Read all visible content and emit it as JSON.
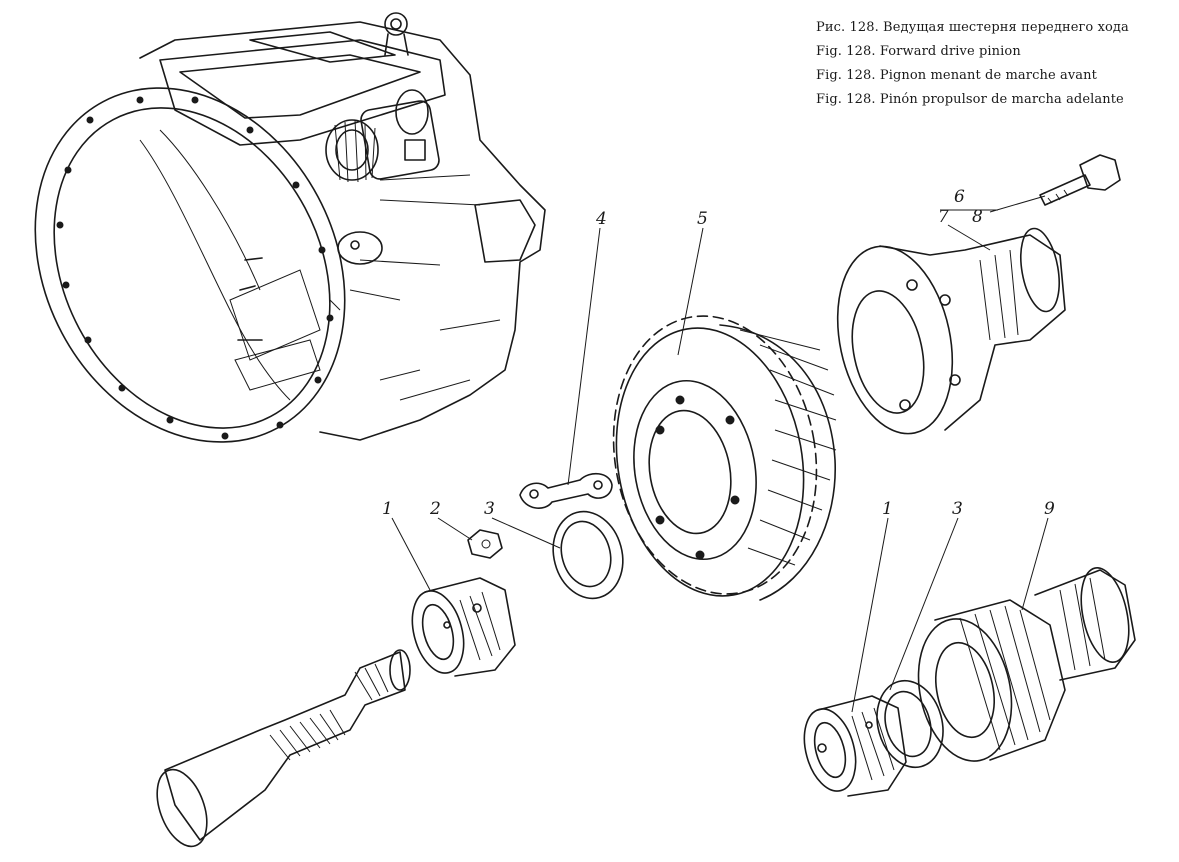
{
  "caption": {
    "ru": "Рис. 128. Ведущая шестерня переднего хода",
    "en": "Fig. 128. Forward drive pinion",
    "fr": "Fig. 128. Pignon menant de marche avant",
    "es": "Fig. 128. Pinón propulsor de marcha adelante"
  },
  "labels": {
    "l1a": "1",
    "l2": "2",
    "l3a": "3",
    "l4": "4",
    "l5": "5",
    "l6": "6",
    "l7": "7",
    "l8": "8",
    "l1b": "1",
    "l3b": "3",
    "l9": "9"
  },
  "colors": {
    "ink": "#1a1a1a",
    "paper": "#ffffff"
  }
}
